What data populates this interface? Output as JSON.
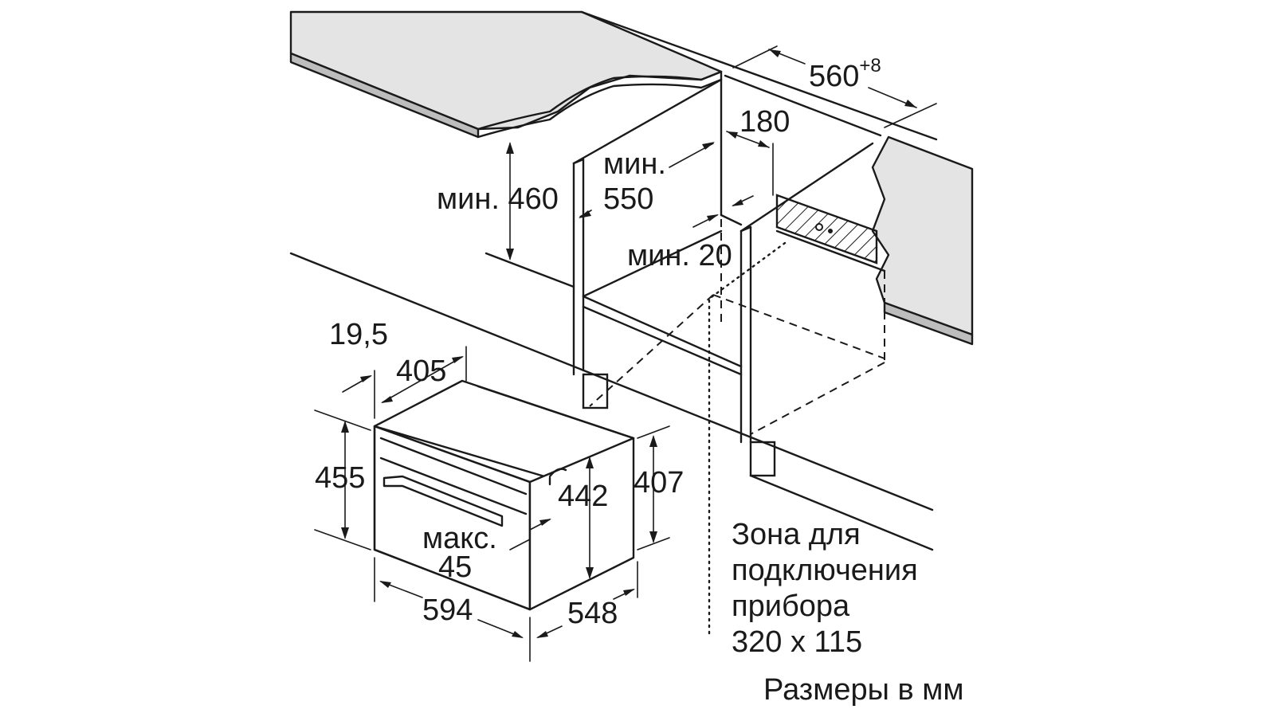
{
  "dimensions": {
    "width_560": "560",
    "width_560_tolerance": "+8",
    "d_180": "180",
    "min_550_prefix": "мин.",
    "min_550_value": "550",
    "min_460": "мин. 460",
    "min_20": "мин. 20",
    "d_19_5": "19,5",
    "d_405": "405",
    "d_455": "455",
    "d_442": "442",
    "d_407": "407",
    "max_45_prefix": "макс.",
    "max_45_value": "45",
    "d_594": "594",
    "d_548": "548"
  },
  "connection_zone": {
    "line1": "Зона для",
    "line2": "подключения",
    "line3": "прибора",
    "line4": "320 x 115"
  },
  "units_note": "Размеры в мм",
  "colors": {
    "line": "#1a1a1a",
    "panel_fill": "#e4e4e4",
    "edge_fill": "#bdbdbd",
    "background": "#ffffff"
  }
}
